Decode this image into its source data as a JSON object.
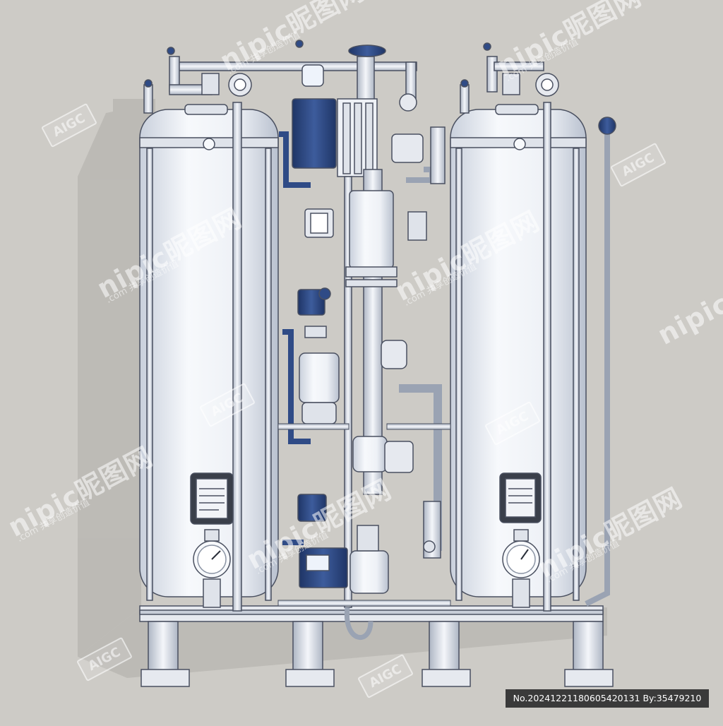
{
  "watermarks": {
    "brand": "nipic昵图网",
    "brand_sub": ".com 共享创造价值",
    "aigc": "AIGC"
  },
  "footer": {
    "image_id_text": "No.20241221180605420131 By:35479210"
  },
  "colors": {
    "background": "#cdcbc6",
    "tank_body": "#eef1f6",
    "steel": "#dfe3ea",
    "outline": "#4a5060",
    "accent_blue": "#2f4b86"
  }
}
